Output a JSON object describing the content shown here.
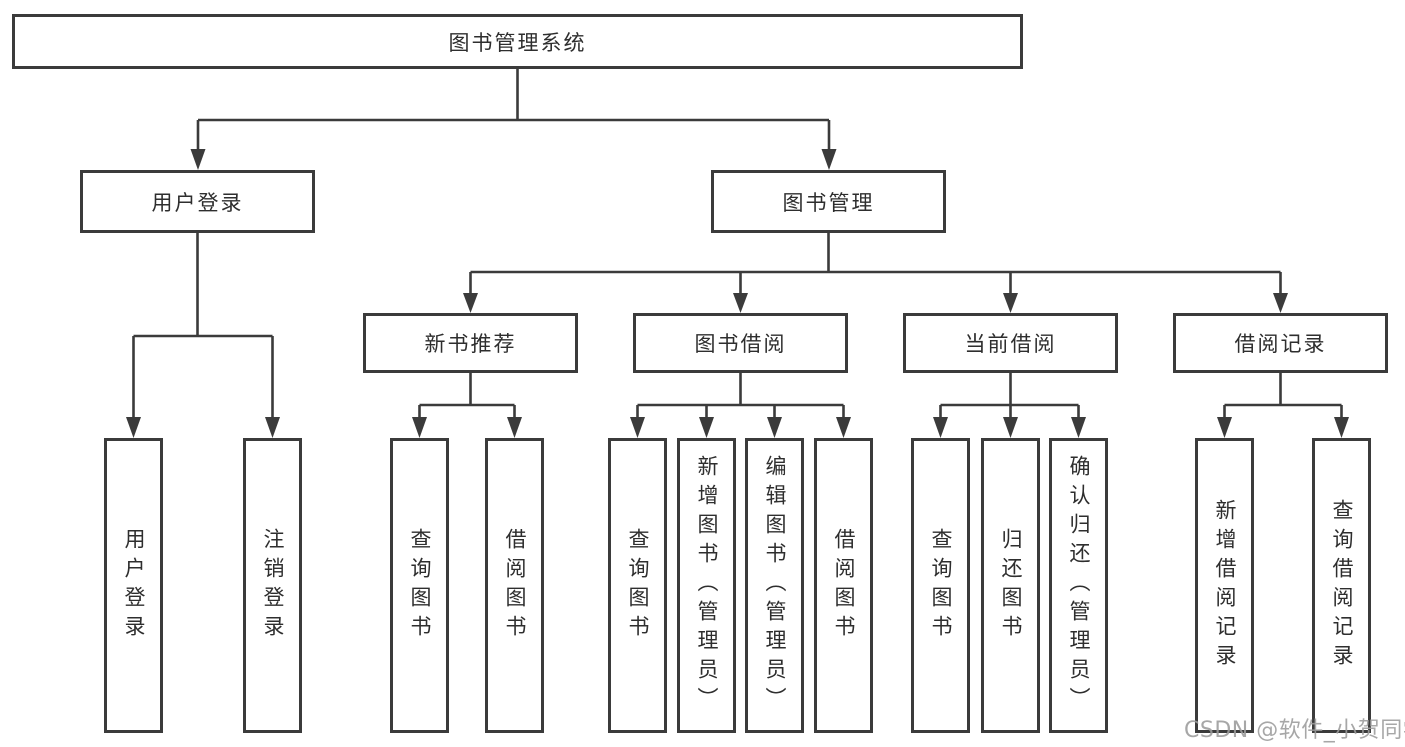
{
  "colors": {
    "line": "#3b3b3b",
    "text": "#2e2e2e",
    "background": "#ffffff",
    "watermark": "#9c9c9c"
  },
  "nodes": {
    "root": "图书管理系统",
    "user_login": "用户登录",
    "book_mgmt": "图书管理",
    "new_books": "新书推荐",
    "book_borrow": "图书借阅",
    "current_borrow": "当前借阅",
    "borrow_records": "借阅记录",
    "leaves": {
      "user_login": [
        "用户登录",
        "注销登录"
      ],
      "new_books": [
        "查询图书",
        "借阅图书"
      ],
      "book_borrow": [
        "查询图书",
        "新增图书（管理员）",
        "编辑图书（管理员）",
        "借阅图书"
      ],
      "current_borrow": [
        "查询图书",
        "归还图书",
        "确认归还（管理员）"
      ],
      "borrow_records": [
        "新增借阅记录",
        "查询借阅记录"
      ]
    }
  },
  "watermark": "CSDN @软件_小贺同学"
}
